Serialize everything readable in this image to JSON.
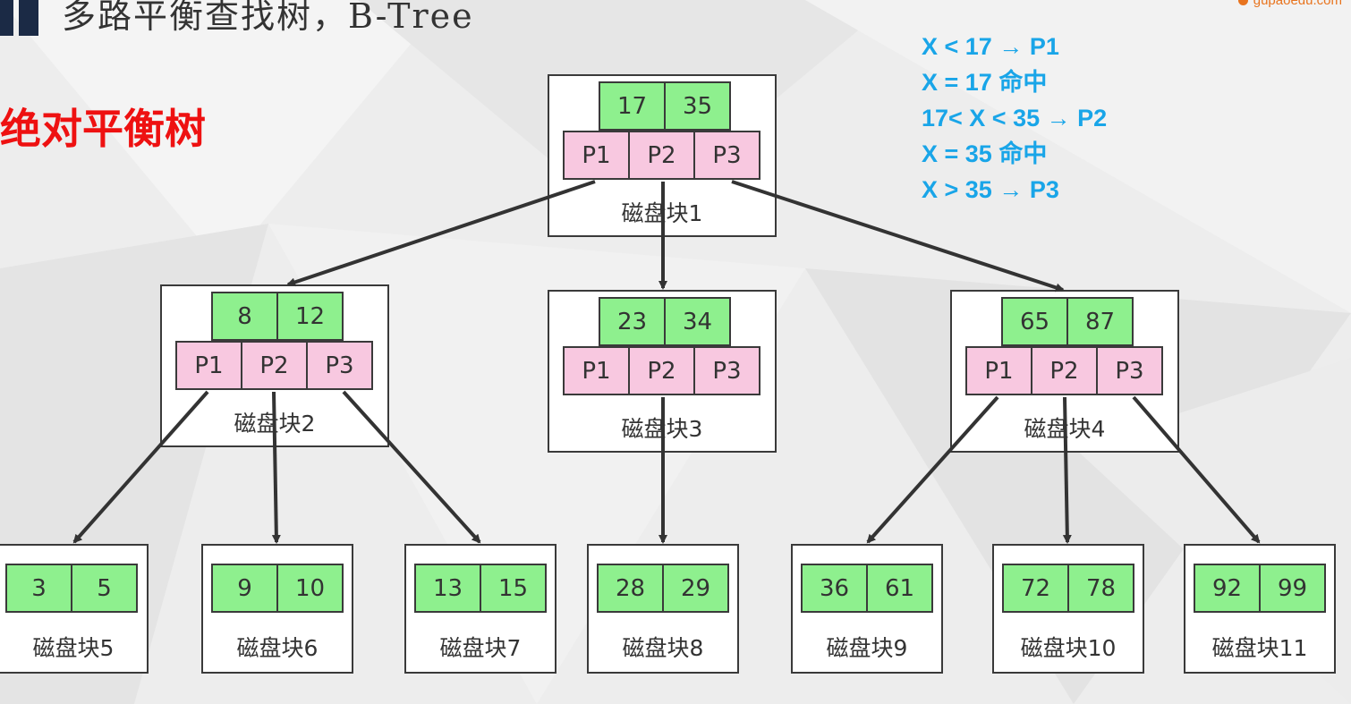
{
  "title": "多路平衡查找树，B-Tree",
  "logo_text": "gupaoedu.com",
  "heading": "绝对平衡树",
  "rules": [
    "X < 17  → P1",
    "X = 17  命中",
    "17< X < 35  → P2",
    "X = 35 命中",
    "X > 35  → P3"
  ],
  "colors": {
    "key_fill": "#8ef08e",
    "pointer_fill": "#f8c8e0",
    "heading_red": "#ee1111",
    "rules_blue": "#19a5e8",
    "edge": "#333333"
  },
  "tree": {
    "root": {
      "label": "磁盘块1",
      "keys": [
        "17",
        "35"
      ],
      "pointers": [
        "P1",
        "P2",
        "P3"
      ]
    },
    "level2": [
      {
        "label": "磁盘块2",
        "keys": [
          "8",
          "12"
        ],
        "pointers": [
          "P1",
          "P2",
          "P3"
        ]
      },
      {
        "label": "磁盘块3",
        "keys": [
          "23",
          "34"
        ],
        "pointers": [
          "P1",
          "P2",
          "P3"
        ]
      },
      {
        "label": "磁盘块4",
        "keys": [
          "65",
          "87"
        ],
        "pointers": [
          "P1",
          "P2",
          "P3"
        ]
      }
    ],
    "leaves": [
      {
        "label": "磁盘块5",
        "keys": [
          "3",
          "5"
        ]
      },
      {
        "label": "磁盘块6",
        "keys": [
          "9",
          "10"
        ]
      },
      {
        "label": "磁盘块7",
        "keys": [
          "13",
          "15"
        ]
      },
      {
        "label": "磁盘块8",
        "keys": [
          "28",
          "29"
        ]
      },
      {
        "label": "磁盘块9",
        "keys": [
          "36",
          "61"
        ]
      },
      {
        "label": "磁盘块10",
        "keys": [
          "72",
          "78"
        ]
      },
      {
        "label": "磁盘块11",
        "keys": [
          "92",
          "99"
        ]
      }
    ]
  }
}
